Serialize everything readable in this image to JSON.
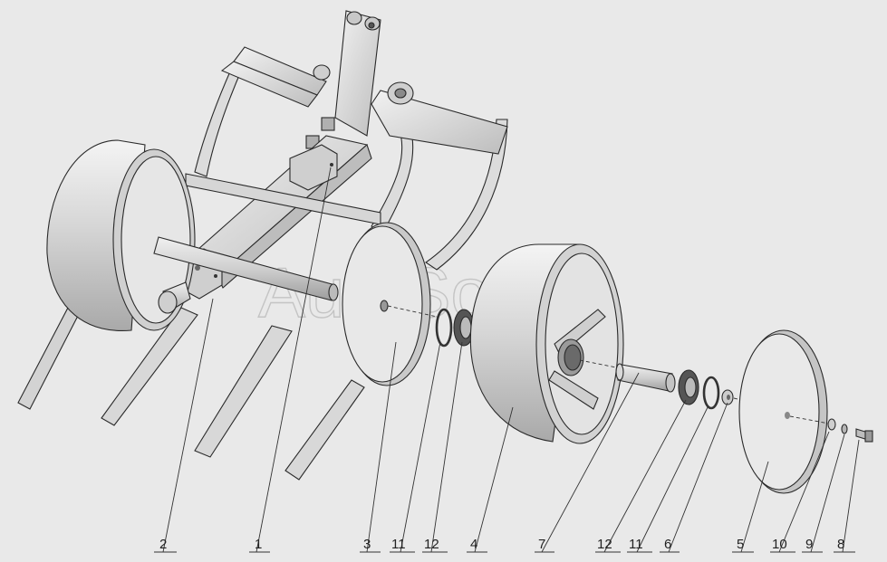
{
  "watermark": "AutoSoft",
  "callouts": [
    {
      "id": "c2",
      "label": "2"
    },
    {
      "id": "c1",
      "label": "1"
    },
    {
      "id": "c3",
      "label": "3"
    },
    {
      "id": "c11a",
      "label": "11"
    },
    {
      "id": "c12a",
      "label": "12"
    },
    {
      "id": "c4",
      "label": "4"
    },
    {
      "id": "c7",
      "label": "7"
    },
    {
      "id": "c12b",
      "label": "12"
    },
    {
      "id": "c11b",
      "label": "11"
    },
    {
      "id": "c6",
      "label": "6"
    },
    {
      "id": "c5",
      "label": "5"
    },
    {
      "id": "c10",
      "label": "10"
    },
    {
      "id": "c9",
      "label": "9"
    },
    {
      "id": "c8",
      "label": "8"
    }
  ]
}
